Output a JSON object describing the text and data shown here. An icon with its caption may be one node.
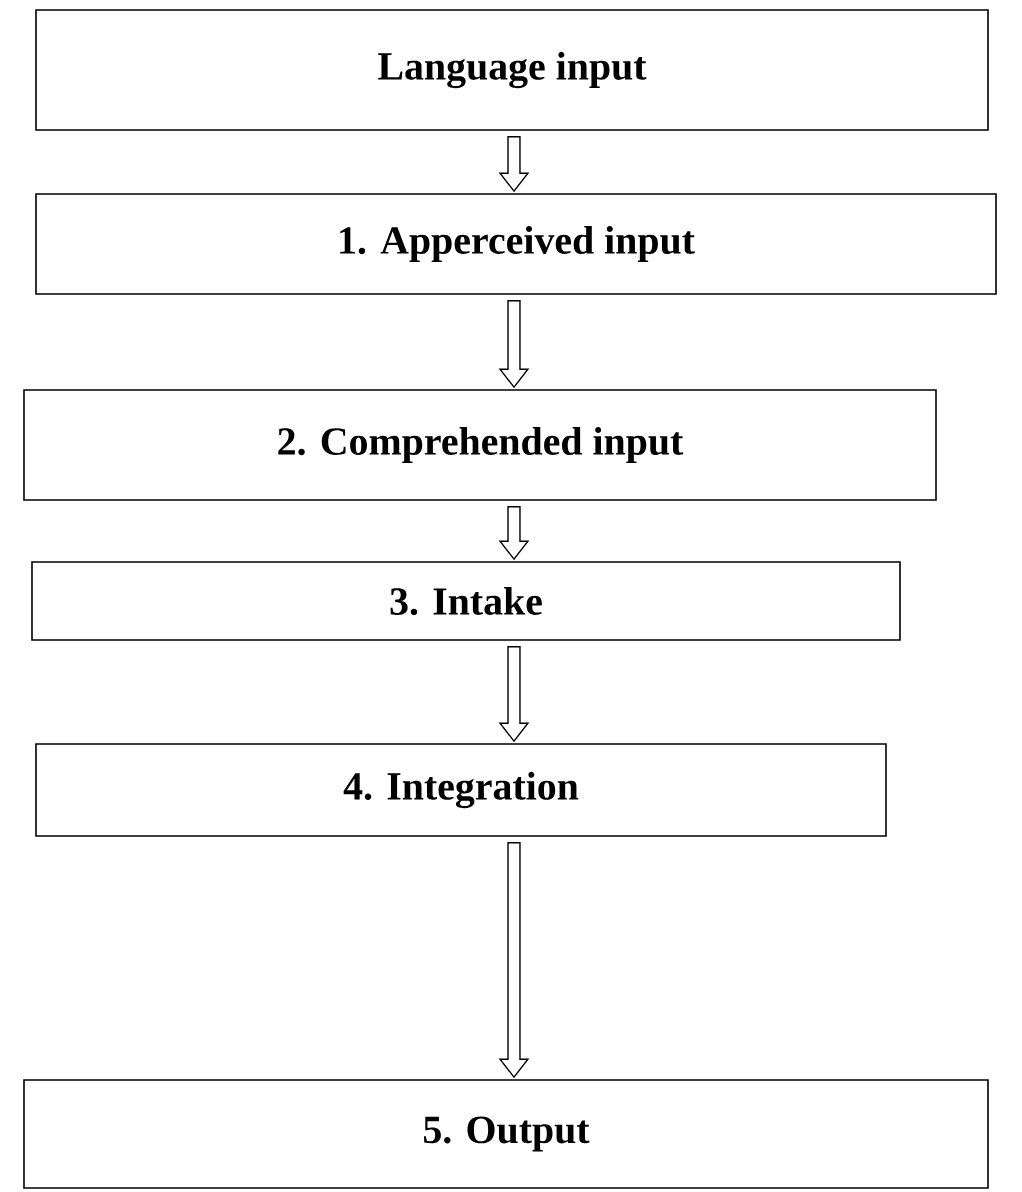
{
  "diagram": {
    "nodes": [
      {
        "text": [
          "Language input"
        ]
      },
      {
        "text": [
          "1.   Apperceived input"
        ]
      },
      {
        "text": [
          "2. Comprehended input"
        ]
      },
      {
        "text": [
          "3. Intake"
        ]
      },
      {
        "text": [
          "4. Integration"
        ]
      },
      {
        "text": [
          "5. Output"
        ]
      }
    ],
    "edges": [
      {
        "from": 0,
        "to": 1,
        "arrow": "to"
      },
      {
        "from": 1,
        "to": 2,
        "arrow": "to"
      },
      {
        "from": 2,
        "to": 3,
        "arrow": "to"
      },
      {
        "from": 3,
        "to": 4,
        "arrow": "to"
      },
      {
        "from": 4,
        "to": 5,
        "arrow": "to"
      }
    ]
  }
}
